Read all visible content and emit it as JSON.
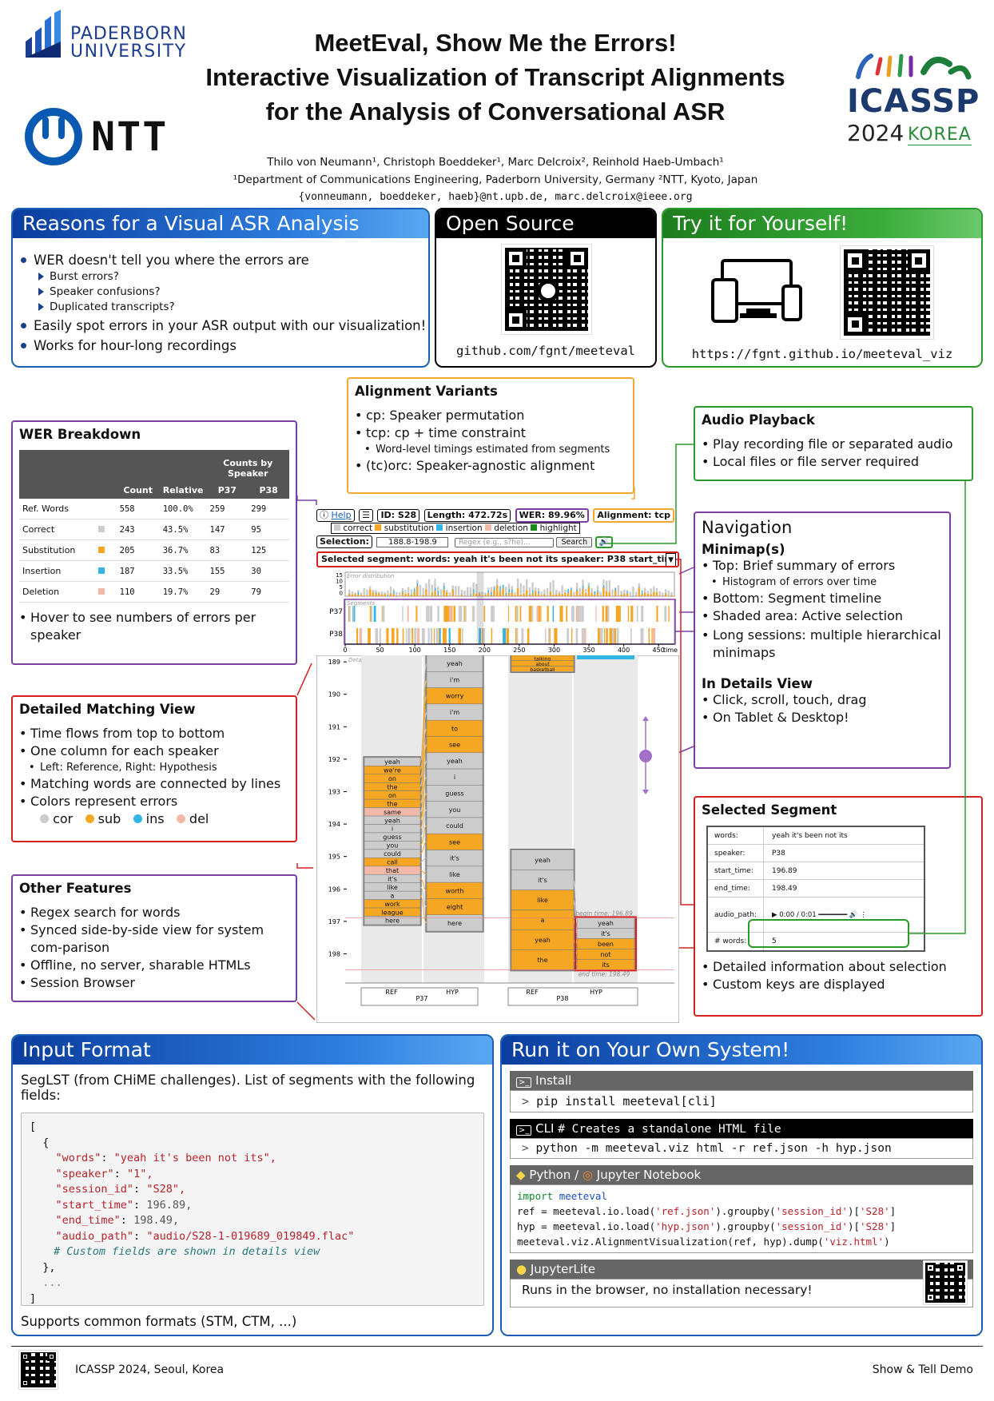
{
  "header": {
    "title_lines": [
      "MeetEval, Show Me the Errors!",
      "Interactive Visualization of Transcript Alignments",
      "for the Analysis of Conversational ASR"
    ],
    "authors": "Thilo von Neumann¹, Christoph Boeddeker¹, Marc Delcroix², Reinhold Haeb-Umbach¹",
    "affiliations": "¹Department of Communications Engineering, Paderborn University, Germany    ²NTT, Kyoto, Japan",
    "emails": "{vonneumann, boeddeker, haeb}@nt.upb.de, marc.delcroix@ieee.org",
    "logo_paderborn": [
      "PADERBORN",
      "UNIVERSITY"
    ],
    "logo_ntt": "NTT",
    "logo_icassp": [
      "ICASSP",
      "2024",
      "KOREA"
    ]
  },
  "reasons": {
    "title": "Reasons for a Visual ASR Analysis",
    "items": [
      "WER doesn't tell you where the errors are",
      "Easily spot errors in your ASR output with our visualization!",
      "Works for hour-long recordings"
    ],
    "subitems": [
      "Burst errors?",
      "Speaker confusions?",
      "Duplicated transcripts?"
    ]
  },
  "open_source": {
    "title": "Open Source",
    "url": "github.com/fgnt/meeteval"
  },
  "try_it": {
    "title": "Try it for Yourself!",
    "url": "https://fgnt.github.io/meeteval_viz"
  },
  "alignment_variants": {
    "title": "Alignment Variants",
    "items": [
      "cp: Speaker permutation",
      "tcp: cp + time constraint",
      "Word-level timings estimated from segments",
      "(tc)orc: Speaker-agnostic alignment"
    ]
  },
  "audio_playback": {
    "title": "Audio Playback",
    "items": [
      "Play recording file or separated audio",
      "Local files or file server required"
    ]
  },
  "wer_breakdown": {
    "title": "WER Breakdown",
    "table_header": {
      "count": "Count",
      "relative": "Relative",
      "by_speaker": "Counts by Speaker",
      "s1": "P37",
      "s2": "P38"
    },
    "rows": [
      {
        "label": "Ref. Words",
        "count": "558",
        "rel": "100.0%",
        "s1": "259",
        "s2": "299",
        "color": ""
      },
      {
        "label": "Correct",
        "count": "243",
        "rel": "43.5%",
        "s1": "147",
        "s2": "95",
        "color": "#cccccc"
      },
      {
        "label": "Substitution",
        "count": "205",
        "rel": "36.7%",
        "s1": "83",
        "s2": "125",
        "color": "#f5a623"
      },
      {
        "label": "Insertion",
        "count": "187",
        "rel": "33.5%",
        "s1": "155",
        "s2": "30",
        "color": "#33b5e5"
      },
      {
        "label": "Deletion",
        "count": "110",
        "rel": "19.7%",
        "s1": "29",
        "s2": "79",
        "color": "#f2b8a8"
      }
    ],
    "note": "Hover to see numbers of errors per speaker"
  },
  "detailed_matching": {
    "title": "Detailed Matching View",
    "items": [
      "Time flows from top to bottom",
      "One column for each speaker",
      "Left:  Reference, Right:  Hypothesis",
      "Matching words are connected by lines",
      "Colors represent errors"
    ],
    "legend": [
      "cor",
      "sub",
      "ins",
      "del"
    ]
  },
  "other_features": {
    "title": "Other Features",
    "items": [
      "Regex search for words",
      "Synced side-by-side view for system com-parison",
      "Offline, no server, sharable HTMLs",
      "Session Browser"
    ]
  },
  "navigation": {
    "title": "Navigation",
    "minimap_title": "Minimap(s)",
    "minimap_items": [
      "Top:  Brief summary of errors",
      "Histogram of errors over time",
      "Bottom:  Segment timeline",
      "Shaded area:  Active selection",
      "Long sessions:  multiple hierarchical minimaps"
    ],
    "details_title": "In Details View",
    "details_items": [
      "Click, scroll, touch, drag",
      "On Tablet & Desktop!"
    ]
  },
  "selected_segment": {
    "title": "Selected Segment",
    "rows": [
      {
        "k": "words:",
        "v": "yeah it's been not its"
      },
      {
        "k": "speaker:",
        "v": "P38"
      },
      {
        "k": "start_time:",
        "v": "196.89"
      },
      {
        "k": "end_time:",
        "v": "198.49"
      },
      {
        "k": "audio_path:",
        "v": "0:00 / 0:01"
      },
      {
        "k": "# words:",
        "v": "5"
      }
    ],
    "items": [
      "Detailed information about selection",
      "Custom keys are displayed"
    ]
  },
  "viz": {
    "help": "Help",
    "id": "ID: S28",
    "length": "Length: 472.72s",
    "wer": "WER: 89.96%",
    "alignment": "Alignment: tcp",
    "legend": [
      "correct",
      "substitution",
      "insertion",
      "deletion",
      "highlight"
    ],
    "selection_label": "Selection:",
    "selection_value": "188.8-198.9",
    "regex_placeholder": "Regex (e.g., s?he)...",
    "search": "Search",
    "selected_segment_bar": "Selected segment:   words: yeah it's been not its    speaker: P38   start_tim",
    "minimap_label_top": "Error distribution",
    "minimap_label_seg": "Segments",
    "speakers": [
      "P37",
      "P38"
    ],
    "hist_ticks": [
      "15",
      "10",
      "5",
      "0"
    ],
    "axis_ticks": [
      "0",
      "50",
      "100",
      "150",
      "200",
      "250",
      "300",
      "350",
      "400",
      "450"
    ],
    "axis_unit": "time",
    "detail_label": "Detailed matching",
    "time_ticks": [
      "189",
      "190",
      "191",
      "192",
      "193",
      "194",
      "195",
      "196",
      "197",
      "198"
    ],
    "col_labels": [
      "REF",
      "HYP",
      "REF",
      "HYP"
    ],
    "begin_time": "begin time: 196.89",
    "end_time": "end time: 198.49",
    "p37_ref": [
      "yeah",
      "we're",
      "on",
      "the",
      "on",
      "the",
      "same",
      "yeah",
      "i",
      "guess",
      "you",
      "could",
      "call",
      "that",
      "it's",
      "like",
      "a",
      "work",
      "league",
      "here"
    ],
    "p37_hyp": [
      "yeah",
      "i'm",
      "worry",
      "i'm",
      "to",
      "see",
      "yeah",
      "i",
      "guess",
      "you",
      "could",
      "see",
      "it's",
      "like",
      "worth",
      "eight",
      "here"
    ],
    "p38_ref_top": [
      "talking",
      "about",
      "basketball"
    ],
    "p38_ref": [
      "yeah",
      "it's",
      "like",
      "a",
      "yeah",
      "the"
    ],
    "p38_hyp": [
      "yeah",
      "it's",
      "been",
      "not",
      "its"
    ]
  },
  "input_format": {
    "title": "Input Format",
    "intro": "SegLST (from CHiME challenges). List of segments with the following fields:",
    "code": [
      {
        "k": "",
        "v": "["
      },
      {
        "k": "",
        "v": "  {"
      },
      {
        "k": "\"words\"",
        "v": "\"yeah it's been not its\","
      },
      {
        "k": "\"speaker\"",
        "v": "\"1\","
      },
      {
        "k": "\"session_id\"",
        "v": "\"S28\","
      },
      {
        "k": "\"start_time\"",
        "v": "196.89,"
      },
      {
        "k": "\"end_time\"",
        "v": "198.49,"
      },
      {
        "k": "\"audio_path\"",
        "v": "\"audio/S28-1-019689_019849.flac\""
      }
    ],
    "comment": "# Custom fields are shown in details view",
    "close": [
      "  },",
      "  ...",
      "]"
    ],
    "footer": "Supports common formats (STM, CTM, ...)"
  },
  "run": {
    "title": "Run it on Your Own System!",
    "install_title": "Install",
    "install_cmd": "pip install meeteval[cli]",
    "cli_title": "CLI",
    "cli_comment": "# Creates a standalone HTML file",
    "cli_cmd": "python -m meeteval.viz html -r ref.json -h hyp.json",
    "python_title": "Python / ",
    "jupyter_title": "Jupyter Notebook",
    "python_code": [
      "import meeteval",
      "ref = meeteval.io.load('ref.json').groupby('session_id')['S28']",
      "hyp = meeteval.io.load('hyp.json').groupby('session_id')['S28']",
      "meeteval.viz.AlignmentVisualization(ref, hyp).dump('viz.html')"
    ],
    "lite_title": "JupyterLite",
    "lite_text": "Runs in the browser, no installation necessary!"
  },
  "footer": {
    "left": "ICASSP 2024, Seoul, Korea",
    "right": "Show & Tell Demo"
  },
  "colors": {
    "blue": "#1a5fb4",
    "green": "#2a9a2a",
    "purple": "#7b3fa3",
    "red": "#d42020",
    "orange": "#f0a830",
    "correct": "#cccccc",
    "substitution": "#f5a623",
    "insertion": "#33b5e5",
    "deletion": "#f2b8a8"
  }
}
